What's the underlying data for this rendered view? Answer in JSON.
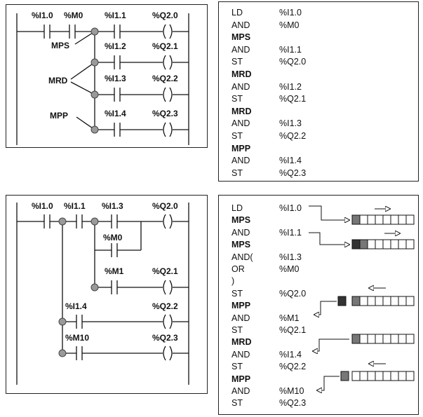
{
  "ladder1": {
    "contacts": [
      "%I1.0",
      "%M0",
      "%I1.1",
      "%I1.2",
      "%I1.3",
      "%I1.4"
    ],
    "coils": [
      "%Q2.0",
      "%Q2.1",
      "%Q2.2",
      "%Q2.3"
    ],
    "branch_labels": [
      "MPS",
      "MRD",
      "MPP"
    ]
  },
  "il1": [
    {
      "op": "LD",
      "arg": "%I1.0",
      "bold": false
    },
    {
      "op": "AND",
      "arg": "%M0",
      "bold": false
    },
    {
      "op": "MPS",
      "arg": "",
      "bold": true
    },
    {
      "op": "AND",
      "arg": "%I1.1",
      "bold": false
    },
    {
      "op": "ST",
      "arg": "%Q2.0",
      "bold": false
    },
    {
      "op": "MRD",
      "arg": "",
      "bold": true
    },
    {
      "op": "AND",
      "arg": "%I1.2",
      "bold": false
    },
    {
      "op": "ST",
      "arg": "%Q2.1",
      "bold": false
    },
    {
      "op": "MRD",
      "arg": "",
      "bold": true
    },
    {
      "op": "AND",
      "arg": "%I1.3",
      "bold": false
    },
    {
      "op": "ST",
      "arg": "%Q2.2",
      "bold": false
    },
    {
      "op": "MPP",
      "arg": "",
      "bold": true
    },
    {
      "op": "AND",
      "arg": "%I1.4",
      "bold": false
    },
    {
      "op": "ST",
      "arg": "%Q2.3",
      "bold": false
    }
  ],
  "ladder2": {
    "contacts": [
      "%I1.0",
      "%I1.1",
      "%I1.3",
      "%M0",
      "%M1",
      "%I1.4",
      "%M10"
    ],
    "coils": [
      "%Q2.0",
      "%Q2.1",
      "%Q2.2",
      "%Q2.3"
    ]
  },
  "il2": [
    {
      "op": "LD",
      "arg": "%I1.0",
      "bold": false
    },
    {
      "op": "MPS",
      "arg": "",
      "bold": true
    },
    {
      "op": "AND",
      "arg": "%I1.1",
      "bold": false
    },
    {
      "op": "MPS",
      "arg": "",
      "bold": true
    },
    {
      "op": "AND(",
      "arg": "%I1.3",
      "bold": false
    },
    {
      "op": "OR",
      "arg": "%M0",
      "bold": false
    },
    {
      "op": ")",
      "arg": "",
      "bold": false
    },
    {
      "op": "ST",
      "arg": "%Q2.0",
      "bold": false
    },
    {
      "op": "MPP",
      "arg": "",
      "bold": true
    },
    {
      "op": "AND",
      "arg": "%M1",
      "bold": false
    },
    {
      "op": "ST",
      "arg": "%Q2.1",
      "bold": false
    },
    {
      "op": "MRD",
      "arg": "",
      "bold": true
    },
    {
      "op": "AND",
      "arg": "%I1.4",
      "bold": false
    },
    {
      "op": "ST",
      "arg": "%Q2.2",
      "bold": false
    },
    {
      "op": "MPP",
      "arg": "",
      "bold": true
    },
    {
      "op": "AND",
      "arg": "%M10",
      "bold": false
    },
    {
      "op": "ST",
      "arg": "%Q2.3",
      "bold": false
    }
  ],
  "colors": {
    "node": "#9a9a9a",
    "stack_dark": "#333333",
    "stack_mid": "#777777"
  }
}
